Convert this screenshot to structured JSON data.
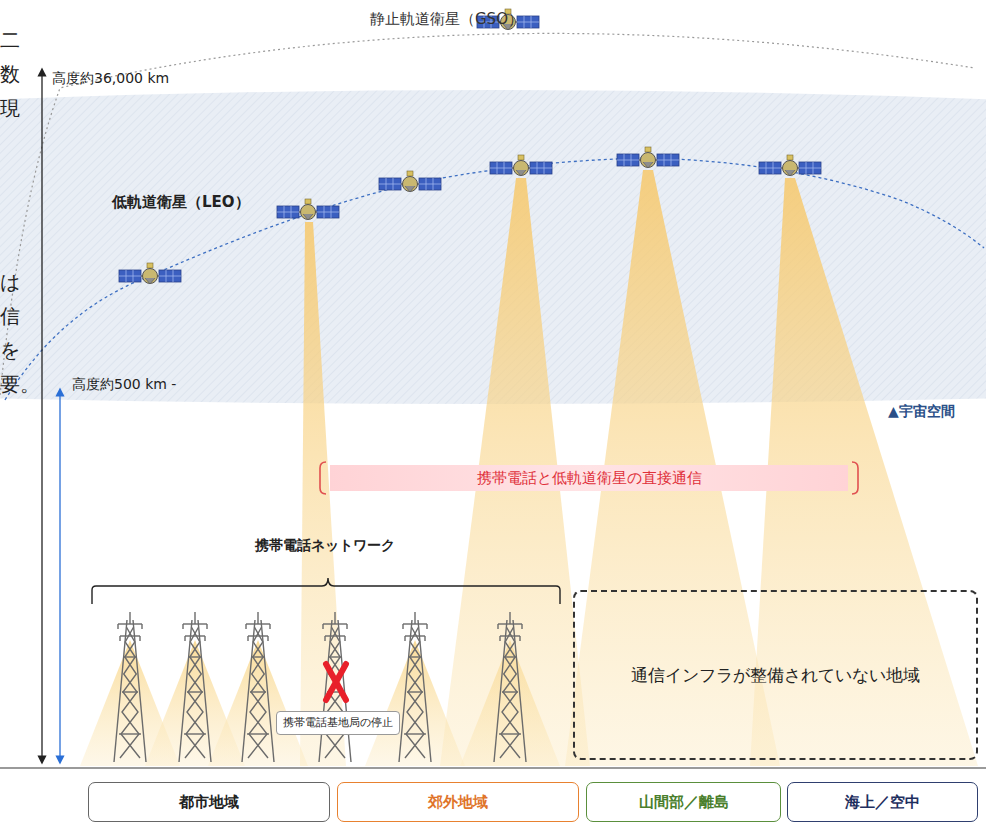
{
  "diagram": {
    "nodes": [
      {
        "text": [
          "携帯電話と低軌道衛星の直接通信"
        ]
      },
      {
        "text": [
          "携帯電話基地局の停止"
        ]
      },
      {
        "text": [
          "通信インフラが整備されていない地域"
        ]
      },
      {
        "text": [
          "都市地域"
        ]
      },
      {
        "text": [
          "郊外地域"
        ]
      },
      {
        "text": [
          "山間部／離島"
        ]
      },
      {
        "text": [
          "海上／空中"
        ]
      }
    ],
    "labels": [
      "静止軌道衛星（GSO）",
      "高度約36,000 km",
      "低軌道衛星（LEO）",
      "高度約500 km -",
      "▲宇宙空間",
      "携帯電話ネットワーク",
      "二",
      "数",
      "現",
      "は",
      "信",
      "を",
      "要。"
    ]
  }
}
